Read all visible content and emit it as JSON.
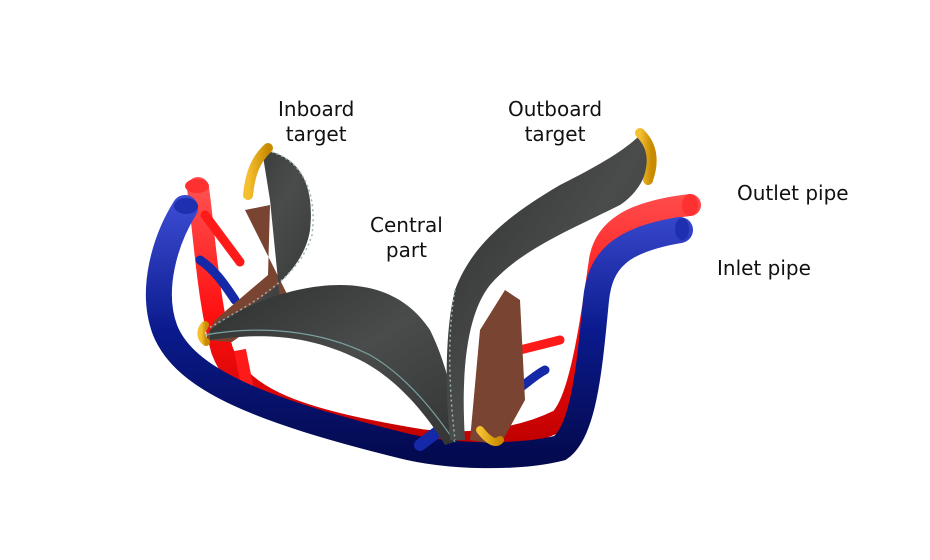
{
  "figure": {
    "description": "3D CAD rendering of divertor cassette assembly with cooling pipes",
    "labels": {
      "inboard_target": [
        "Inboard",
        "target"
      ],
      "outboard_target": [
        "Outboard",
        "target"
      ],
      "central_part": [
        "Central",
        "part"
      ],
      "outlet_pipe": "Outlet pipe",
      "inlet_pipe": "Inlet pipe"
    },
    "colors": {
      "outlet_pipe": "#ff1a1a",
      "inlet_pipe": "#0a1a8c",
      "armour": "#3d3f3f",
      "support": "#7a4432",
      "target_edge": "#e8a812"
    }
  }
}
